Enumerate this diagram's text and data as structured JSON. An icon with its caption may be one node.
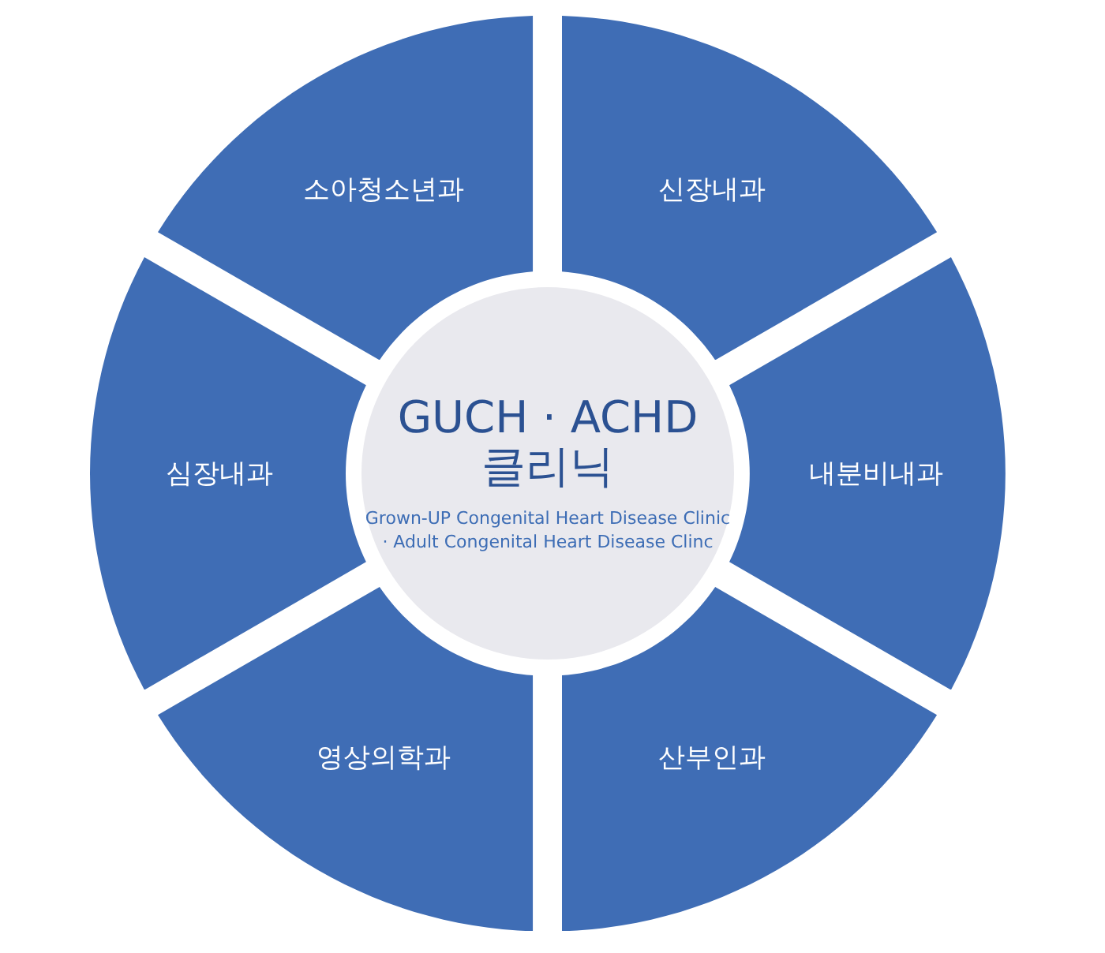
{
  "diagram": {
    "nodes": [
      {
        "text": [
          "소아청소년과"
        ]
      },
      {
        "text": [
          "신장내과"
        ]
      },
      {
        "text": [
          "GUCH · ACHD 클리닉",
          "Grown-UP Congenital Heart Disease Clinic · Adult Congenital Heart Disease Clinc"
        ]
      },
      {
        "text": [
          "심장내과"
        ]
      },
      {
        "text": [
          "내분비내과"
        ]
      },
      {
        "text": [
          "영상의학과"
        ]
      },
      {
        "text": [
          "산부인과"
        ]
      }
    ],
    "edges": []
  }
}
